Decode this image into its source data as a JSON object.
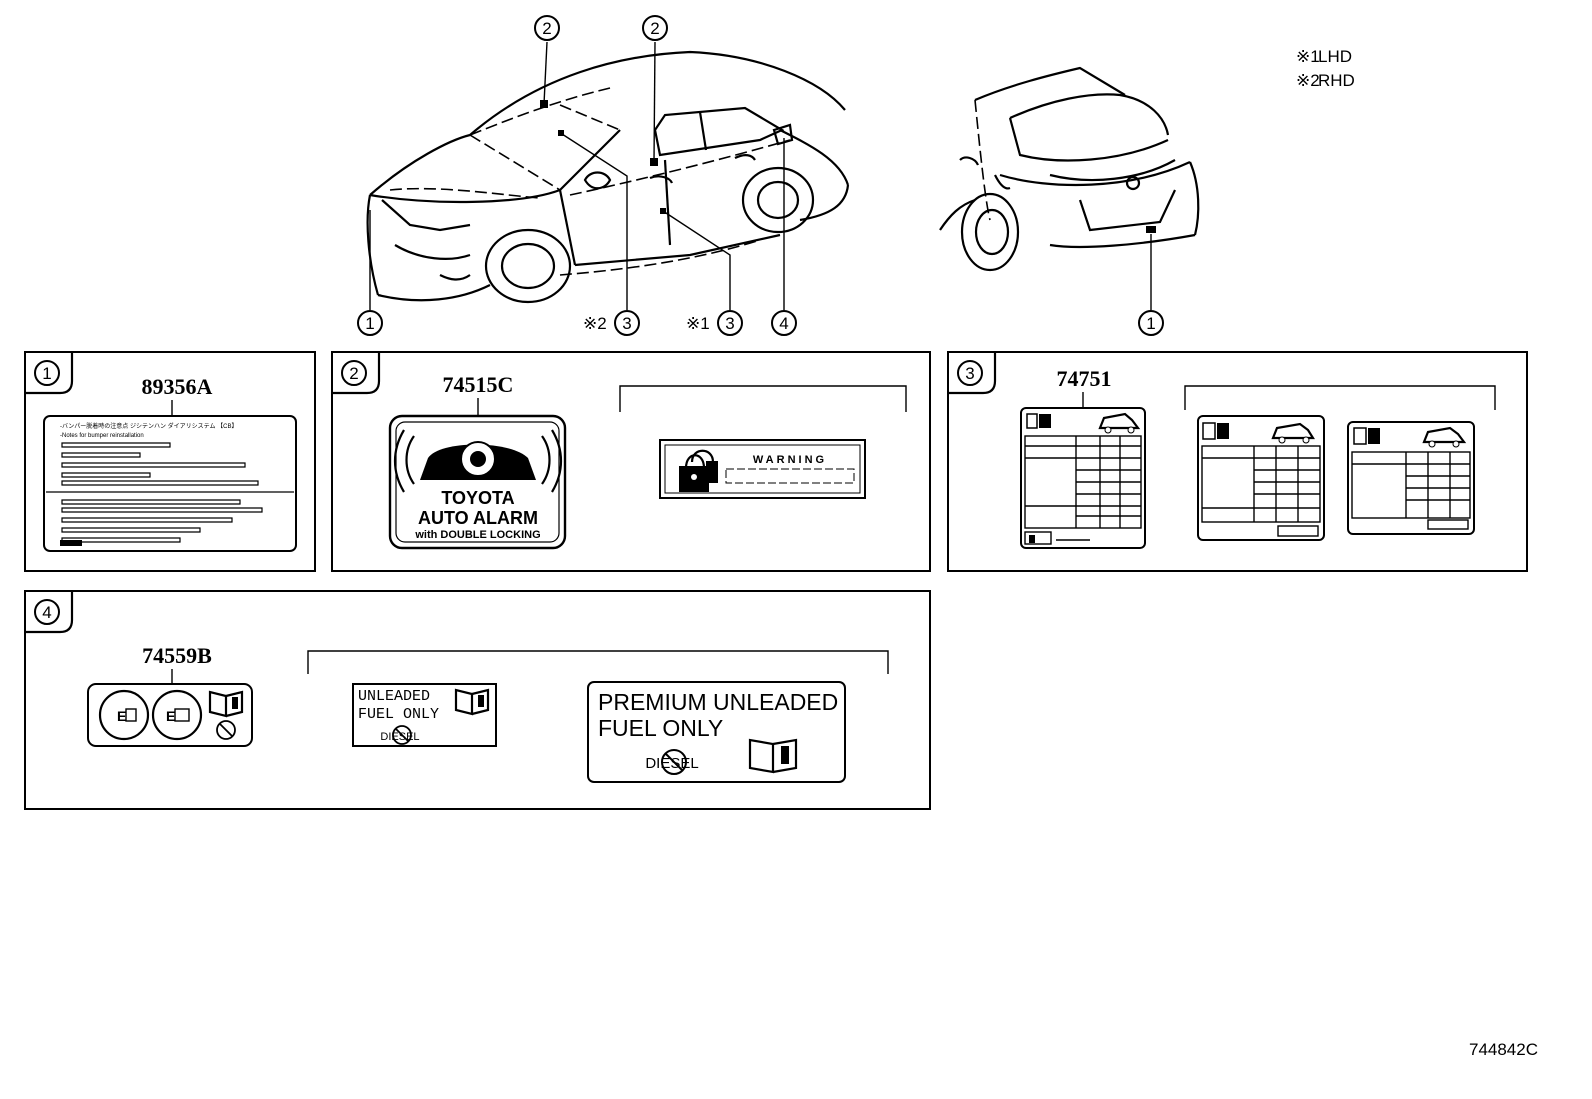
{
  "legend": [
    {
      "symbol": "※1",
      "text": "LHD"
    },
    {
      "symbol": "※2",
      "text": "RHD"
    }
  ],
  "callouts": {
    "front_top_left": "2",
    "front_top_right": "2",
    "front_bottom_1": "1",
    "rhd_prefix": "※2",
    "rhd_num": "3",
    "lhd_prefix": "※1",
    "lhd_num": "3",
    "fuel": "4",
    "rear_bottom": "1"
  },
  "panels": [
    {
      "index": "1",
      "part_no": "89356A",
      "label_lines": [
        "-バンパー脱着時の注意点 ジシテンハン ダイアリシステム 【CB】",
        "-Notes for bumper reinstallation"
      ]
    },
    {
      "index": "2",
      "part_no": "74515C",
      "alarm": {
        "line1": "TOYOTA",
        "line2": "AUTO ALARM",
        "line3": "with DOUBLE LOCKING"
      },
      "warning": "WARNING"
    },
    {
      "index": "3",
      "part_no": "74751"
    },
    {
      "index": "4",
      "part_no": "74559B",
      "fuel_small": {
        "line1": "UNLEADED",
        "line2": "FUEL ONLY",
        "diesel": "DIESEL"
      },
      "fuel_large": {
        "line1": "PREMIUM  UNLEADED",
        "line2": "FUEL  ONLY",
        "diesel": "DIESEL"
      },
      "fuel_icon_text": "E"
    }
  ],
  "figure_id": "744842C"
}
